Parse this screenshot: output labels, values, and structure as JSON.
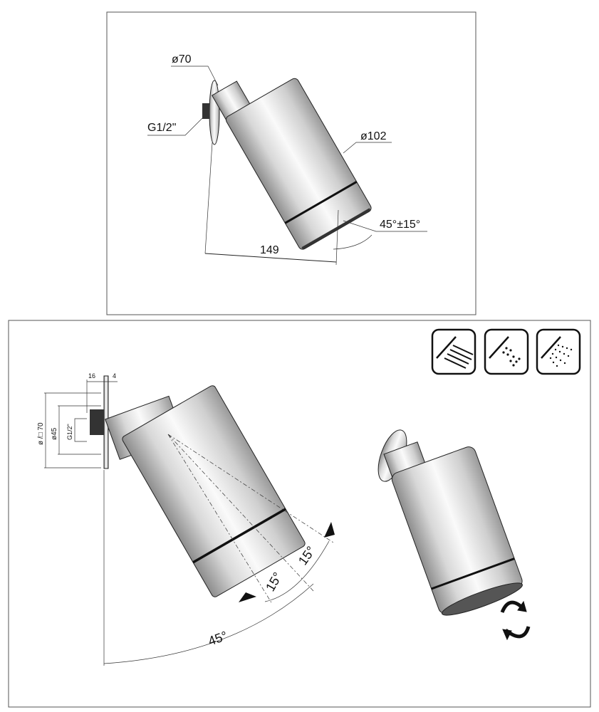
{
  "top_view": {
    "flange_diameter": "ø70",
    "thread": "G1/2\"",
    "head_diameter": "ø102",
    "tilt_angle": "45°±15°",
    "projection": "149"
  },
  "bottom_view": {
    "dim_depth": "16",
    "dim_flange": "4",
    "dim_plate": "ø /□ 70",
    "dim_inner": "ø45",
    "thread": "G1/2\"",
    "angle_1": "15°",
    "angle_2": "15°",
    "angle_total": "45°"
  },
  "spray_modes": [
    "rain-icon",
    "jet-icon",
    "wide-spray-icon"
  ],
  "colors": {
    "stroke": "#222222",
    "metal_light": "#f2f2f2",
    "metal_dark": "#9a9a9a"
  }
}
